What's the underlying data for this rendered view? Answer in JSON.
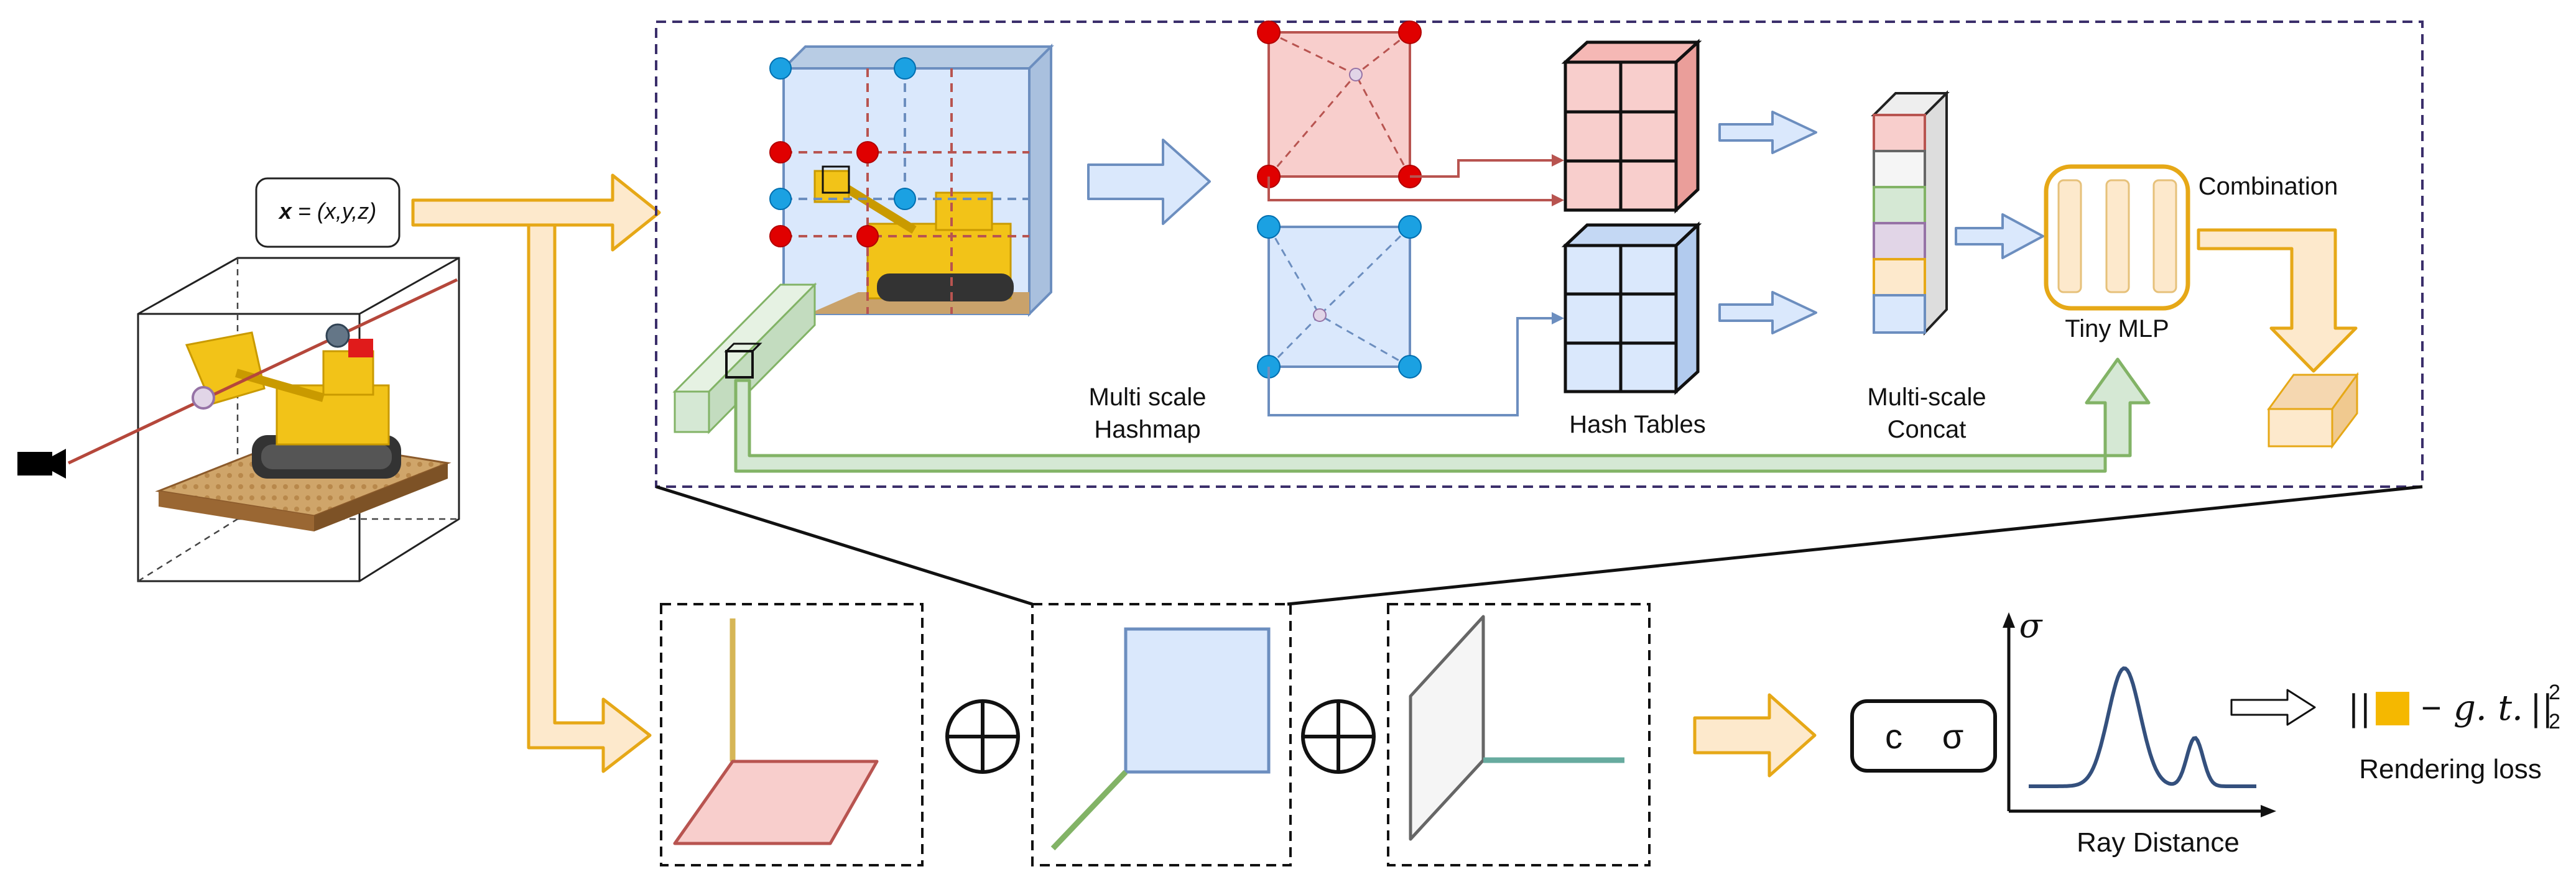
{
  "input_label": "x = (x,y,z)",
  "input_label_bold": "x",
  "input_label_rest": " = (x,y,z)",
  "labels": {
    "multi_scale_hashmap_1": "Multi scale",
    "multi_scale_hashmap_2": "Hashmap",
    "hash_tables": "Hash Tables",
    "multi_scale_concat_1": "Multi-scale",
    "multi_scale_concat_2": "Concat",
    "tiny_mlp": "Tiny MLP",
    "combination": "Combination",
    "c_symbol": "c",
    "sigma_symbol": "σ",
    "sigma_axis": "σ",
    "ray_distance": "Ray Distance",
    "rendering_loss": "Rendering loss",
    "loss_norm_open": "||",
    "loss_minus": "−",
    "loss_gt": "g. t.",
    "loss_norm_close": "||",
    "loss_sup": "2",
    "loss_sub": "2"
  },
  "colors": {
    "orange_arrow": "#e6a817",
    "orange_fill": "#fde9cc",
    "blue_fill": "#d6e4f7",
    "blue_stroke": "#6c8ebf",
    "red_fill": "#f8cecc",
    "red_stroke": "#b85450",
    "green_fill": "#d5e8d4",
    "green_stroke": "#82b366",
    "purple_dash": "#3b2f6b",
    "red_dot": "#e00000",
    "blue_dot": "#1ba1e2",
    "curve": "#34507d",
    "gold_square": "#f5b800"
  },
  "concat_colors": [
    "#f8cecc",
    "#f5f5f5",
    "#d5e8d4",
    "#e1d5e7",
    "#fde9cc",
    "#d6e4f7"
  ]
}
